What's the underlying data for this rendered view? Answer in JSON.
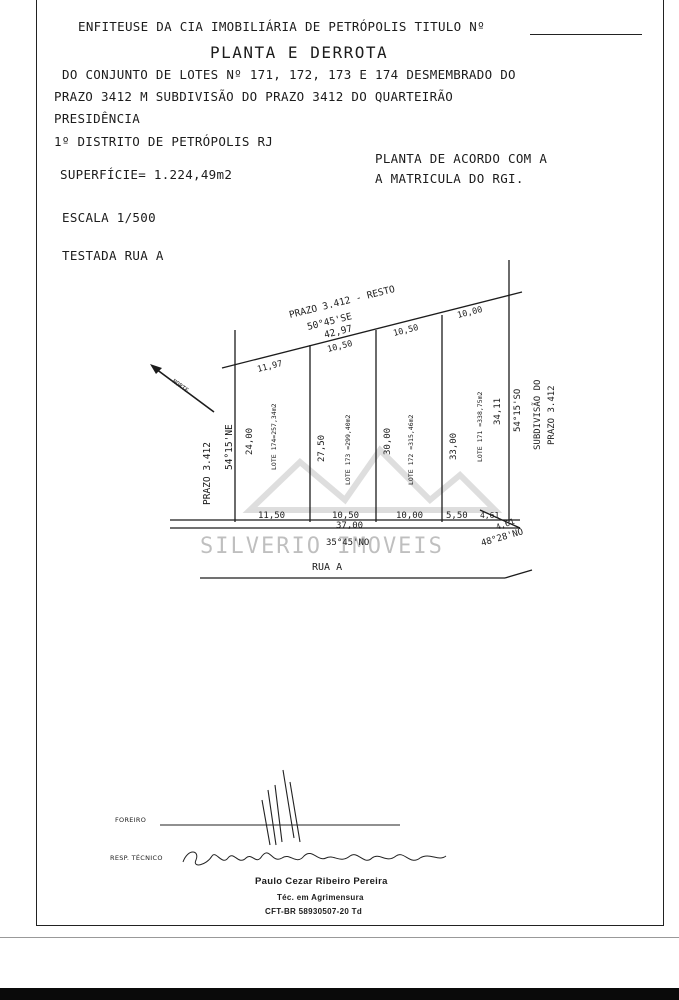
{
  "header": {
    "line1": "ENFITEUSE DA CIA IMOBILIÁRIA DE PETRÓPOLIS  TITULO Nº",
    "title": "PLANTA  E  DERROTA",
    "desc1": "DO CONJUNTO DE LOTES Nº 171, 172, 173 E 174 DESMEMBRADO DO",
    "desc2": "PRAZO 3412 M SUBDIVISÃO DO PRAZO 3412 DO QUARTEIRÃO",
    "desc3": "PRESIDÊNCIA",
    "district": "1º DISTRITO DE PETRÓPOLIS RJ",
    "surface": "SUPERFÍCIE= 1.224,49m2",
    "note1": "PLANTA DE ACORDO COM A",
    "note2": "A MATRICULA DO RGI.",
    "scale": "ESCALA 1/500",
    "testada": "TESTADA RUA A"
  },
  "plan": {
    "top_label1": "PRAZO 3.412 - RESTO",
    "top_label2": "50°45'SE",
    "top_total": "42,97",
    "top_dims": [
      "11,97",
      "10,50",
      "10,50",
      "10,00"
    ],
    "north": "NORTE",
    "left_label": "PRAZO 3.412",
    "left_bearing": "54°15'NE",
    "right_label1": "SUBDIVISÃO DO",
    "right_label2": "PRAZO 3.412",
    "right_bearing": "54°15'SO",
    "heights": [
      "24,00",
      "27,50",
      "30,00",
      "33,00",
      "34,11"
    ],
    "lots": [
      "LOTE 174=257,34m2",
      "LOTE 173 =299,40m2",
      "LOTE 172 =315,46m2",
      "LOTE 171 =338,75m2"
    ],
    "bottom_dims": [
      "11,50",
      "10,50",
      "10,00",
      "5,50",
      "4,61"
    ],
    "bottom_total": "37,00",
    "bottom_bearing": "35°45'NO",
    "corner_bearing": "48°28'NO",
    "corner_dim": "4,61",
    "street": "RUA A"
  },
  "watermark": "SILVERIO IMOVEIS",
  "signature": {
    "foreiro_label": "FOREIRO",
    "resp_label": "RESP. TÉCNICO",
    "name": "Paulo Cezar Ribeiro Pereira",
    "role": "Téc. em Agrimensura",
    "reg": "CFT-BR 58930507-20 Td"
  }
}
